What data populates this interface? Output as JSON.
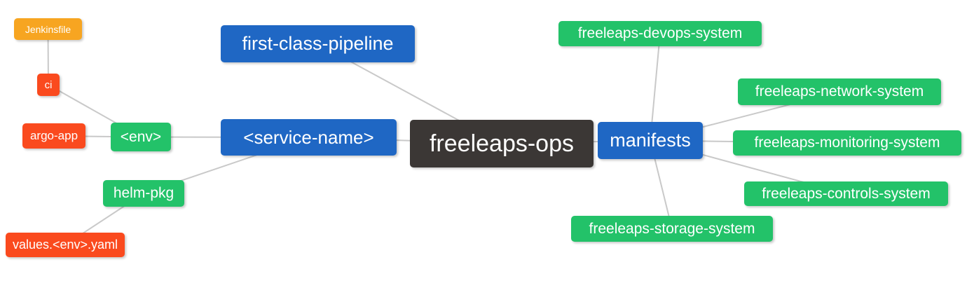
{
  "diagram": {
    "type": "mindmap",
    "background": "#ffffff",
    "edge_color": "#c9c9c9",
    "text_color": "#ffffff",
    "palette": {
      "blue": "#1f67c4",
      "green": "#23c269",
      "red": "#fa4a1e",
      "orange": "#f7a521",
      "dark": "#3b3735"
    },
    "nodes": {
      "freeleaps_ops": {
        "label": "freeleaps-ops",
        "color": "#3b3735"
      },
      "first_class_pipeline": {
        "label": "first-class-pipeline",
        "color": "#1f67c4"
      },
      "service_name": {
        "label": "<service-name>",
        "color": "#1f67c4"
      },
      "manifests": {
        "label": "manifests",
        "color": "#1f67c4"
      },
      "env": {
        "label": "<env>",
        "color": "#23c269"
      },
      "helm_pkg": {
        "label": "helm-pkg",
        "color": "#23c269"
      },
      "ci": {
        "label": "ci",
        "color": "#fa4a1e"
      },
      "argo_app": {
        "label": "argo-app",
        "color": "#fa4a1e"
      },
      "jenkinsfile": {
        "label": "Jenkinsfile",
        "color": "#f7a521"
      },
      "values_env_yaml": {
        "label": "values.<env>.yaml",
        "color": "#fa4a1e"
      },
      "devops_system": {
        "label": "freeleaps-devops-system",
        "color": "#23c269"
      },
      "network_system": {
        "label": "freeleaps-network-system",
        "color": "#23c269"
      },
      "monitoring_system": {
        "label": "freeleaps-monitoring-system",
        "color": "#23c269"
      },
      "controls_system": {
        "label": "freeleaps-controls-system",
        "color": "#23c269"
      },
      "storage_system": {
        "label": "freeleaps-storage-system",
        "color": "#23c269"
      }
    },
    "edges": [
      [
        "jenkinsfile",
        "ci"
      ],
      [
        "ci",
        "env"
      ],
      [
        "argo_app",
        "env"
      ],
      [
        "env",
        "service_name"
      ],
      [
        "helm_pkg",
        "service_name"
      ],
      [
        "values_env_yaml",
        "helm_pkg"
      ],
      [
        "first_class_pipeline",
        "freeleaps_ops"
      ],
      [
        "service_name",
        "freeleaps_ops"
      ],
      [
        "freeleaps_ops",
        "manifests"
      ],
      [
        "manifests",
        "devops_system"
      ],
      [
        "manifests",
        "network_system"
      ],
      [
        "manifests",
        "monitoring_system"
      ],
      [
        "manifests",
        "controls_system"
      ],
      [
        "manifests",
        "storage_system"
      ]
    ]
  }
}
